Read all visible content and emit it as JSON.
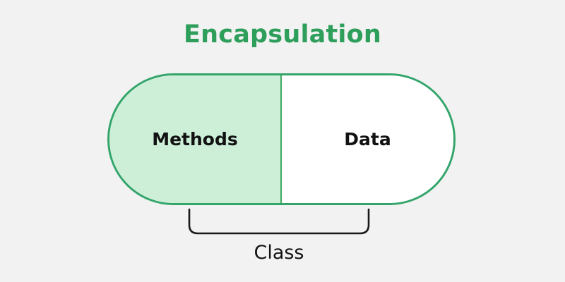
{
  "diagram": {
    "title": "Encapsulation",
    "background_color": "#f2f2f2",
    "accent_color": "#2e9e5b",
    "border_color": "#33a46a",
    "fill_color": "#cdefd8",
    "capsule": {
      "left_section": {
        "label": "Methods",
        "fill": "#cdefd8"
      },
      "right_section": {
        "label": "Data",
        "fill": "#ffffff"
      },
      "divider_color": "#3faa63"
    },
    "bracket": {
      "label": "Class",
      "stroke_color": "#1a1a1a",
      "icon": "bracket-underbrace-icon"
    }
  }
}
